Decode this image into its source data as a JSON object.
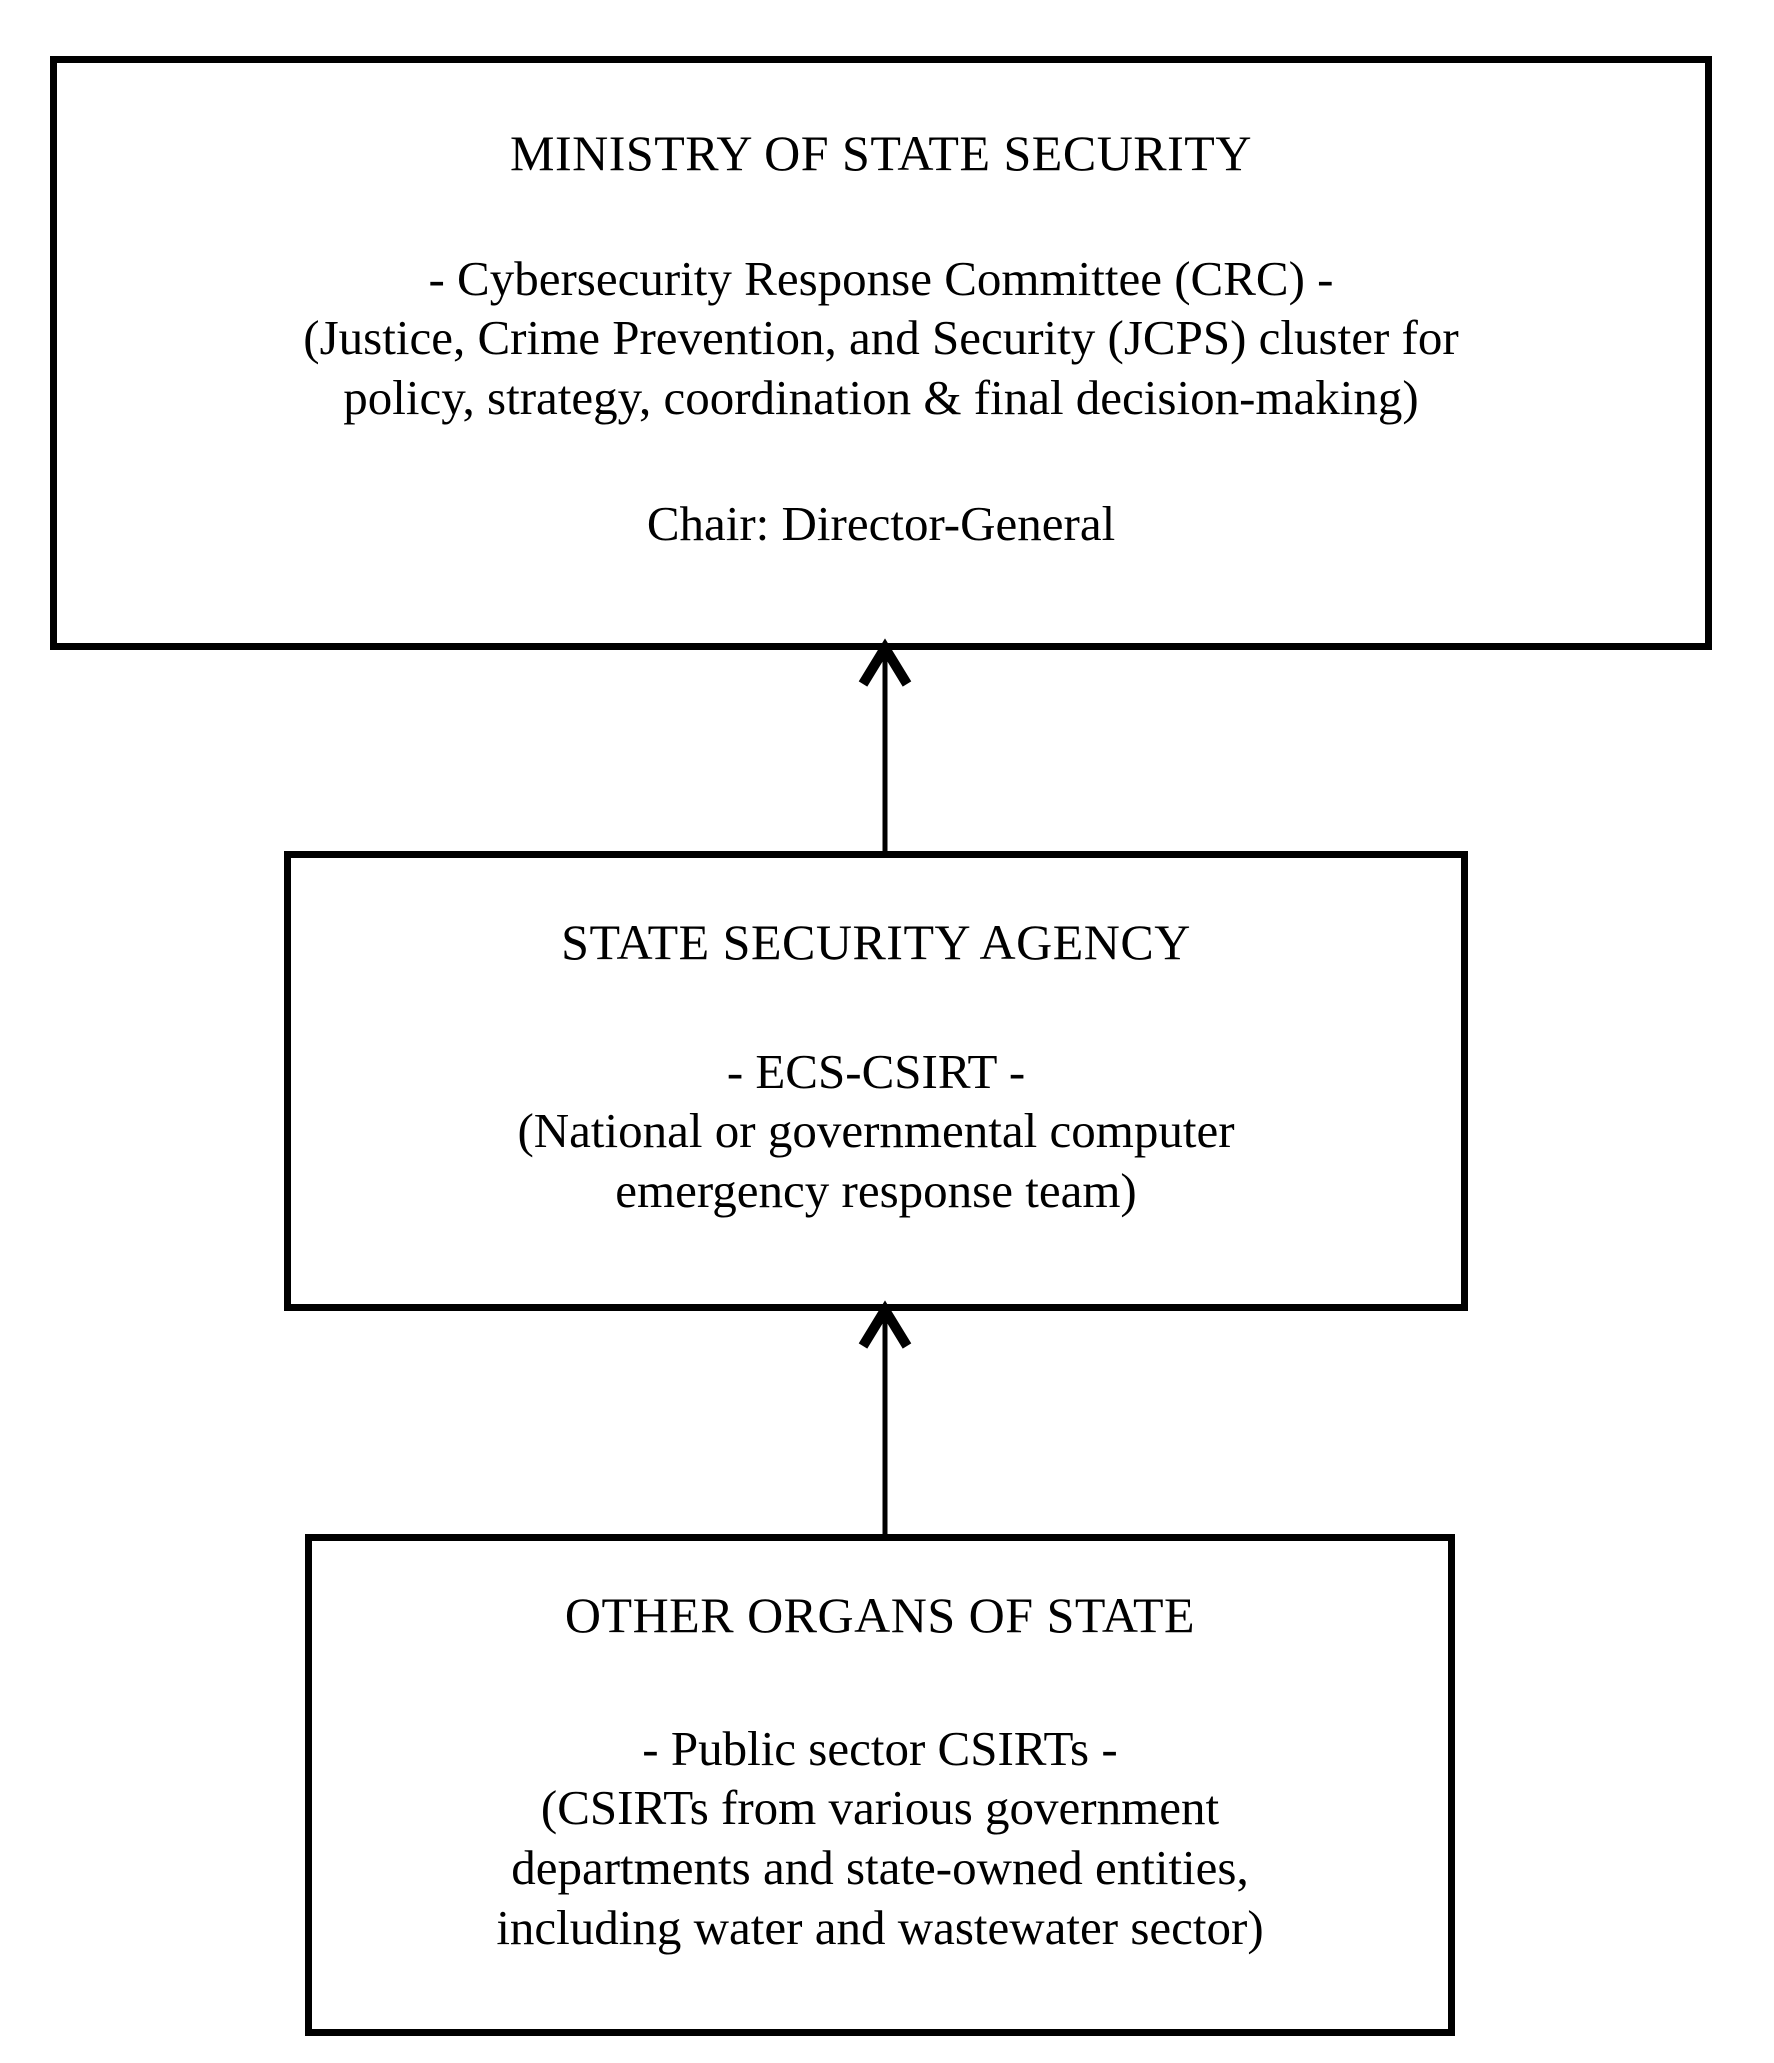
{
  "diagram": {
    "type": "hierarchical-org-chart",
    "orientation": "vertical-bottom-up",
    "background_color": "#ffffff",
    "line_color": "#000000",
    "text_color": "#000000",
    "nodes": [
      {
        "id": "ministry",
        "title": "MINISTRY OF STATE SECURITY",
        "body": [
          "- Cybersecurity Response Committee (CRC) -",
          "(Justice, Crime Prevention, and Security (JCPS) cluster for",
          "policy, strategy, coordination & final decision-making)"
        ],
        "footer": "Chair: Director-General"
      },
      {
        "id": "agency",
        "title": "STATE SECURITY AGENCY",
        "body": [
          "- ECS-CSIRT -",
          "(National or governmental computer",
          "emergency response team)"
        ],
        "footer": ""
      },
      {
        "id": "organs",
        "title": "OTHER ORGANS OF STATE",
        "body": [
          "- Public sector CSIRTs -",
          "(CSIRTs from various government",
          "departments and state-owned entities,",
          "including water and wastewater sector)"
        ],
        "footer": ""
      }
    ],
    "connectors": [
      {
        "id": "agency-to-ministry",
        "from": "agency",
        "to": "ministry",
        "arrowhead": "up"
      },
      {
        "id": "organs-to-agency",
        "from": "organs",
        "to": "agency",
        "arrowhead": "up"
      }
    ]
  }
}
